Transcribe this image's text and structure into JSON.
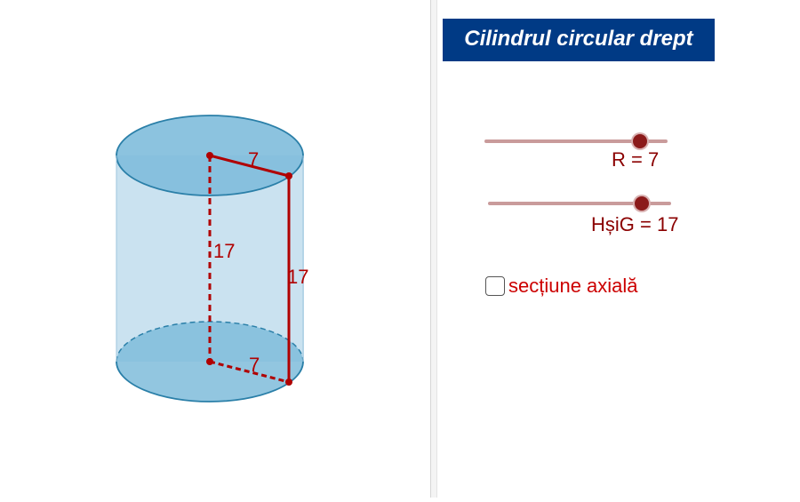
{
  "title": "Cilindrul circular drept",
  "sliders": [
    {
      "name": "R",
      "label": "R = 7",
      "value": 7
    },
    {
      "name": "HsiG",
      "label": "HșiG = 17",
      "value": 17
    }
  ],
  "checkbox": {
    "label": "secțiune axială",
    "checked": false
  },
  "figure": {
    "radius_label_top": "7",
    "radius_label_bottom": "7",
    "height_label": "17",
    "generatrix_label": "17"
  },
  "colors": {
    "title_bg": "#003a85",
    "title_text": "#ffffff",
    "segment": "#b00000",
    "cylinder_fill": "#a7cfe6",
    "cylinder_edge": "#2a7fa8",
    "slider_track": "#c99b9b",
    "slider_thumb": "#8b1a1a",
    "checkbox_text": "#cc0000"
  }
}
